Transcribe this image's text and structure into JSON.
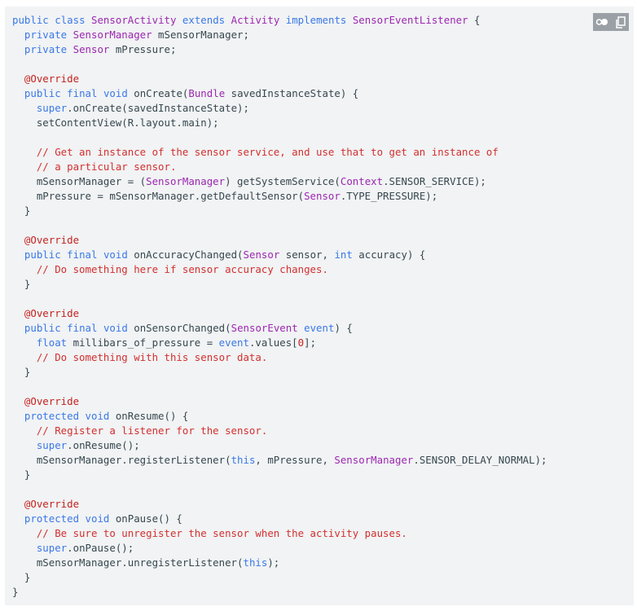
{
  "toolbar": {
    "toggle_icon": "dark-mode-toggle-icon",
    "copy_icon": "copy-icon"
  },
  "colors": {
    "panel_background": "#f1f3f4",
    "keyword": "#3b78e7",
    "type": "#9c27b0",
    "comment": "#d32f2f",
    "annotation": "#c5221f",
    "plain": "#37474f",
    "toolbar_background": "#9aa0a6"
  },
  "code": {
    "language": "java",
    "lines": [
      [
        {
          "t": "public",
          "c": "kw"
        },
        {
          "t": " "
        },
        {
          "t": "class",
          "c": "kw"
        },
        {
          "t": " "
        },
        {
          "t": "SensorActivity",
          "c": "type"
        },
        {
          "t": " "
        },
        {
          "t": "extends",
          "c": "kw"
        },
        {
          "t": " "
        },
        {
          "t": "Activity",
          "c": "type"
        },
        {
          "t": " "
        },
        {
          "t": "implements",
          "c": "kw"
        },
        {
          "t": " "
        },
        {
          "t": "SensorEventListener",
          "c": "type"
        },
        {
          "t": " {"
        }
      ],
      [
        {
          "t": "  "
        },
        {
          "t": "private",
          "c": "kw"
        },
        {
          "t": " "
        },
        {
          "t": "SensorManager",
          "c": "type"
        },
        {
          "t": " mSensorManager;"
        }
      ],
      [
        {
          "t": "  "
        },
        {
          "t": "private",
          "c": "kw"
        },
        {
          "t": " "
        },
        {
          "t": "Sensor",
          "c": "type"
        },
        {
          "t": " mPressure;"
        }
      ],
      [
        {
          "t": ""
        }
      ],
      [
        {
          "t": "  "
        },
        {
          "t": "@Override",
          "c": "ann"
        }
      ],
      [
        {
          "t": "  "
        },
        {
          "t": "public",
          "c": "kw"
        },
        {
          "t": " "
        },
        {
          "t": "final",
          "c": "kw"
        },
        {
          "t": " "
        },
        {
          "t": "void",
          "c": "kw"
        },
        {
          "t": " onCreate("
        },
        {
          "t": "Bundle",
          "c": "type"
        },
        {
          "t": " savedInstanceState) {"
        }
      ],
      [
        {
          "t": "    "
        },
        {
          "t": "super",
          "c": "kw"
        },
        {
          "t": ".onCreate(savedInstanceState);"
        }
      ],
      [
        {
          "t": "    setContentView(R.layout.main);"
        }
      ],
      [
        {
          "t": ""
        }
      ],
      [
        {
          "t": "    "
        },
        {
          "t": "// Get an instance of the sensor service, and use that to get an instance of",
          "c": "cm"
        }
      ],
      [
        {
          "t": "    "
        },
        {
          "t": "// a particular sensor.",
          "c": "cm"
        }
      ],
      [
        {
          "t": "    mSensorManager = ("
        },
        {
          "t": "SensorManager",
          "c": "type"
        },
        {
          "t": ") getSystemService("
        },
        {
          "t": "Context",
          "c": "type"
        },
        {
          "t": ".SENSOR_SERVICE);"
        }
      ],
      [
        {
          "t": "    mPressure = mSensorManager.getDefaultSensor("
        },
        {
          "t": "Sensor",
          "c": "type"
        },
        {
          "t": ".TYPE_PRESSURE);"
        }
      ],
      [
        {
          "t": "  }"
        }
      ],
      [
        {
          "t": ""
        }
      ],
      [
        {
          "t": "  "
        },
        {
          "t": "@Override",
          "c": "ann"
        }
      ],
      [
        {
          "t": "  "
        },
        {
          "t": "public",
          "c": "kw"
        },
        {
          "t": " "
        },
        {
          "t": "final",
          "c": "kw"
        },
        {
          "t": " "
        },
        {
          "t": "void",
          "c": "kw"
        },
        {
          "t": " onAccuracyChanged("
        },
        {
          "t": "Sensor",
          "c": "type"
        },
        {
          "t": " sensor, "
        },
        {
          "t": "int",
          "c": "kw"
        },
        {
          "t": " accuracy) {"
        }
      ],
      [
        {
          "t": "    "
        },
        {
          "t": "// Do something here if sensor accuracy changes.",
          "c": "cm"
        }
      ],
      [
        {
          "t": "  }"
        }
      ],
      [
        {
          "t": ""
        }
      ],
      [
        {
          "t": "  "
        },
        {
          "t": "@Override",
          "c": "ann"
        }
      ],
      [
        {
          "t": "  "
        },
        {
          "t": "public",
          "c": "kw"
        },
        {
          "t": " "
        },
        {
          "t": "final",
          "c": "kw"
        },
        {
          "t": " "
        },
        {
          "t": "void",
          "c": "kw"
        },
        {
          "t": " onSensorChanged("
        },
        {
          "t": "SensorEvent",
          "c": "type"
        },
        {
          "t": " "
        },
        {
          "t": "event",
          "c": "kw"
        },
        {
          "t": ") {"
        }
      ],
      [
        {
          "t": "    "
        },
        {
          "t": "float",
          "c": "kw"
        },
        {
          "t": " millibars_of_pressure = "
        },
        {
          "t": "event",
          "c": "kw"
        },
        {
          "t": ".values["
        },
        {
          "t": "0",
          "c": "num"
        },
        {
          "t": "];"
        }
      ],
      [
        {
          "t": "    "
        },
        {
          "t": "// Do something with this sensor data.",
          "c": "cm"
        }
      ],
      [
        {
          "t": "  }"
        }
      ],
      [
        {
          "t": ""
        }
      ],
      [
        {
          "t": "  "
        },
        {
          "t": "@Override",
          "c": "ann"
        }
      ],
      [
        {
          "t": "  "
        },
        {
          "t": "protected",
          "c": "kw"
        },
        {
          "t": " "
        },
        {
          "t": "void",
          "c": "kw"
        },
        {
          "t": " onResume() {"
        }
      ],
      [
        {
          "t": "    "
        },
        {
          "t": "// Register a listener for the sensor.",
          "c": "cm"
        }
      ],
      [
        {
          "t": "    "
        },
        {
          "t": "super",
          "c": "kw"
        },
        {
          "t": ".onResume();"
        }
      ],
      [
        {
          "t": "    mSensorManager.registerListener("
        },
        {
          "t": "this",
          "c": "kw"
        },
        {
          "t": ", mPressure, "
        },
        {
          "t": "SensorManager",
          "c": "type"
        },
        {
          "t": ".SENSOR_DELAY_NORMAL);"
        }
      ],
      [
        {
          "t": "  }"
        }
      ],
      [
        {
          "t": ""
        }
      ],
      [
        {
          "t": "  "
        },
        {
          "t": "@Override",
          "c": "ann"
        }
      ],
      [
        {
          "t": "  "
        },
        {
          "t": "protected",
          "c": "kw"
        },
        {
          "t": " "
        },
        {
          "t": "void",
          "c": "kw"
        },
        {
          "t": " onPause() {"
        }
      ],
      [
        {
          "t": "    "
        },
        {
          "t": "// Be sure to unregister the sensor when the activity pauses.",
          "c": "cm"
        }
      ],
      [
        {
          "t": "    "
        },
        {
          "t": "super",
          "c": "kw"
        },
        {
          "t": ".onPause();"
        }
      ],
      [
        {
          "t": "    mSensorManager.unregisterListener("
        },
        {
          "t": "this",
          "c": "kw"
        },
        {
          "t": ");"
        }
      ],
      [
        {
          "t": "  }"
        }
      ],
      [
        {
          "t": "}"
        }
      ]
    ]
  }
}
